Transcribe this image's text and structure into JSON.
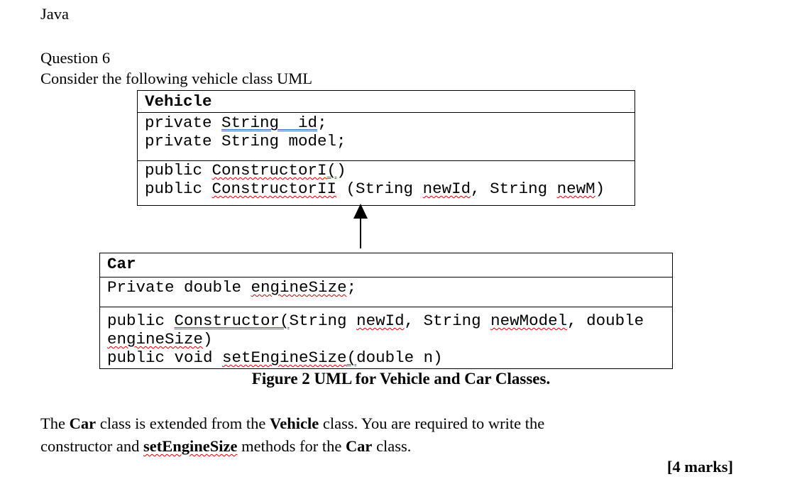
{
  "page": {
    "language_label": "Java",
    "question_label": "Question 6",
    "intro_text": "Consider the following vehicle class UML",
    "figure_caption": "Figure 2 UML for Vehicle and Car Classes.",
    "marks_label": "[4 marks]"
  },
  "vehicle_box": {
    "title": "Vehicle",
    "field_line1": {
      "s0": "private ",
      "s1": "String  id",
      "s2": ";"
    },
    "field_line2": {
      "s0": "private String model;"
    },
    "method_line1": {
      "s0": "public ",
      "s1": "ConstructorI",
      "s2": "(",
      "s3": ")"
    },
    "method_line2": {
      "s0": "public ",
      "s1": "ConstructorII",
      "s2": " (String ",
      "s3": "newId",
      "s4": ", String ",
      "s5": "newM",
      "s6": ")"
    }
  },
  "car_box": {
    "title": "Car",
    "field_line1": {
      "s0": "Private double ",
      "s1": "engineSize",
      "s2": ";"
    },
    "method_line1": {
      "s0": "public ",
      "s1": "Constructor(",
      "s2": "String ",
      "s3": "newId",
      "s4": ", String ",
      "s5": "newModel",
      "s6": ", double"
    },
    "method_line2": {
      "s0": "engineSize",
      "s1": ")"
    },
    "method_line3": {
      "s0": "public void ",
      "s1": "setEngineSize",
      "s2": "(",
      "s3": "double n)"
    }
  },
  "paragraph": {
    "line1": {
      "s0": "The ",
      "s1": "Car",
      "s2": " class is extended from the ",
      "s3": "Vehicle",
      "s4": " class. You are required to write the"
    },
    "line2": {
      "s0": "constructor and ",
      "s1": "setEngineSize",
      "s2": " methods for the ",
      "s3": "Car",
      "s4": " class."
    }
  },
  "colors": {
    "text": "#000000",
    "border": "#000000",
    "background": "#ffffff",
    "spellcheck_red": "#e00000",
    "grammar_blue": "#3a66c4"
  }
}
